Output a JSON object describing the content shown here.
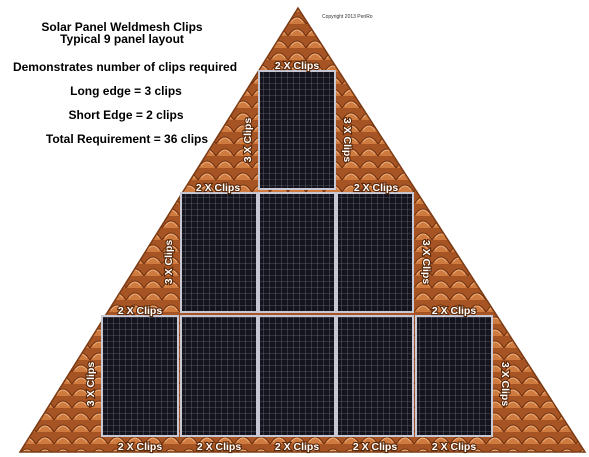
{
  "notes": {
    "title_line1": "Solar Panel Weldmesh Clips",
    "title_line2": "Typical 9 panel layout",
    "demonstrates": "Demonstrates number of clips required",
    "long_edge": "Long edge = 3 clips",
    "short_edge": "Short Edge = 2 clips",
    "total": "Total Requirement = 36 clips"
  },
  "copyright": "Copyright 2013 PeriRo",
  "clip_labels": {
    "two_clips": "2 X Clips",
    "three_clips": "3 X Clips"
  },
  "panels": {
    "rows": [
      1,
      3,
      5
    ],
    "total": 9
  },
  "colors": {
    "roof_tile": "#b5602c",
    "tile_highlight": "#e0a070",
    "panel": "#15151f",
    "panel_grid": "#8a8a9a",
    "label_fill": "#ffffff",
    "label_stroke": "#5a2808"
  }
}
